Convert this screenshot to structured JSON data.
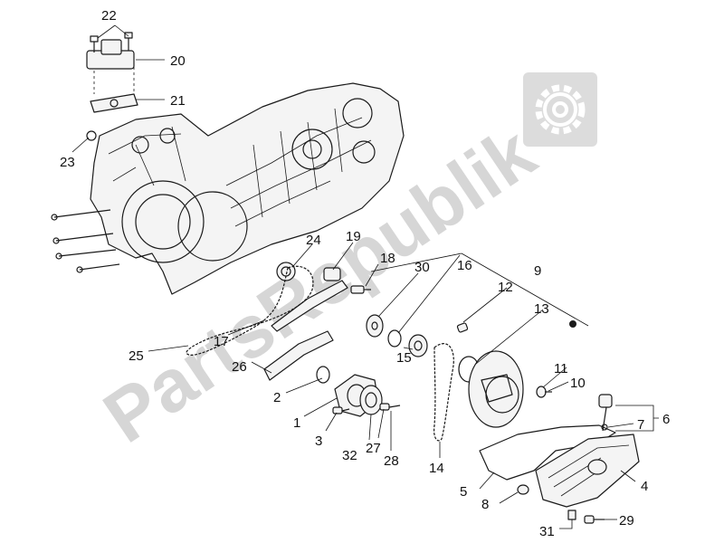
{
  "watermark": {
    "text": "PartsRepublik",
    "icon": "gear-icon"
  },
  "callouts": [
    {
      "id": "n22",
      "label": "22"
    },
    {
      "id": "n20",
      "label": "20"
    },
    {
      "id": "n21",
      "label": "21"
    },
    {
      "id": "n23",
      "label": "23"
    },
    {
      "id": "n24",
      "label": "24"
    },
    {
      "id": "n19",
      "label": "19"
    },
    {
      "id": "n18",
      "label": "18"
    },
    {
      "id": "n30",
      "label": "30"
    },
    {
      "id": "n16",
      "label": "16"
    },
    {
      "id": "n9",
      "label": "9"
    },
    {
      "id": "n12",
      "label": "12"
    },
    {
      "id": "n13",
      "label": "13"
    },
    {
      "id": "n25",
      "label": "25"
    },
    {
      "id": "n17",
      "label": "17"
    },
    {
      "id": "n26",
      "label": "26"
    },
    {
      "id": "n15",
      "label": "15"
    },
    {
      "id": "n11",
      "label": "11"
    },
    {
      "id": "n10",
      "label": "10"
    },
    {
      "id": "n2",
      "label": "2"
    },
    {
      "id": "n1",
      "label": "1"
    },
    {
      "id": "n3",
      "label": "3"
    },
    {
      "id": "n32",
      "label": "32"
    },
    {
      "id": "n27",
      "label": "27"
    },
    {
      "id": "n28",
      "label": "28"
    },
    {
      "id": "n14",
      "label": "14"
    },
    {
      "id": "n6",
      "label": "6"
    },
    {
      "id": "n7",
      "label": "7"
    },
    {
      "id": "n5",
      "label": "5"
    },
    {
      "id": "n4",
      "label": "4"
    },
    {
      "id": "n8",
      "label": "8"
    },
    {
      "id": "n31",
      "label": "31"
    },
    {
      "id": "n29",
      "label": "29"
    }
  ]
}
